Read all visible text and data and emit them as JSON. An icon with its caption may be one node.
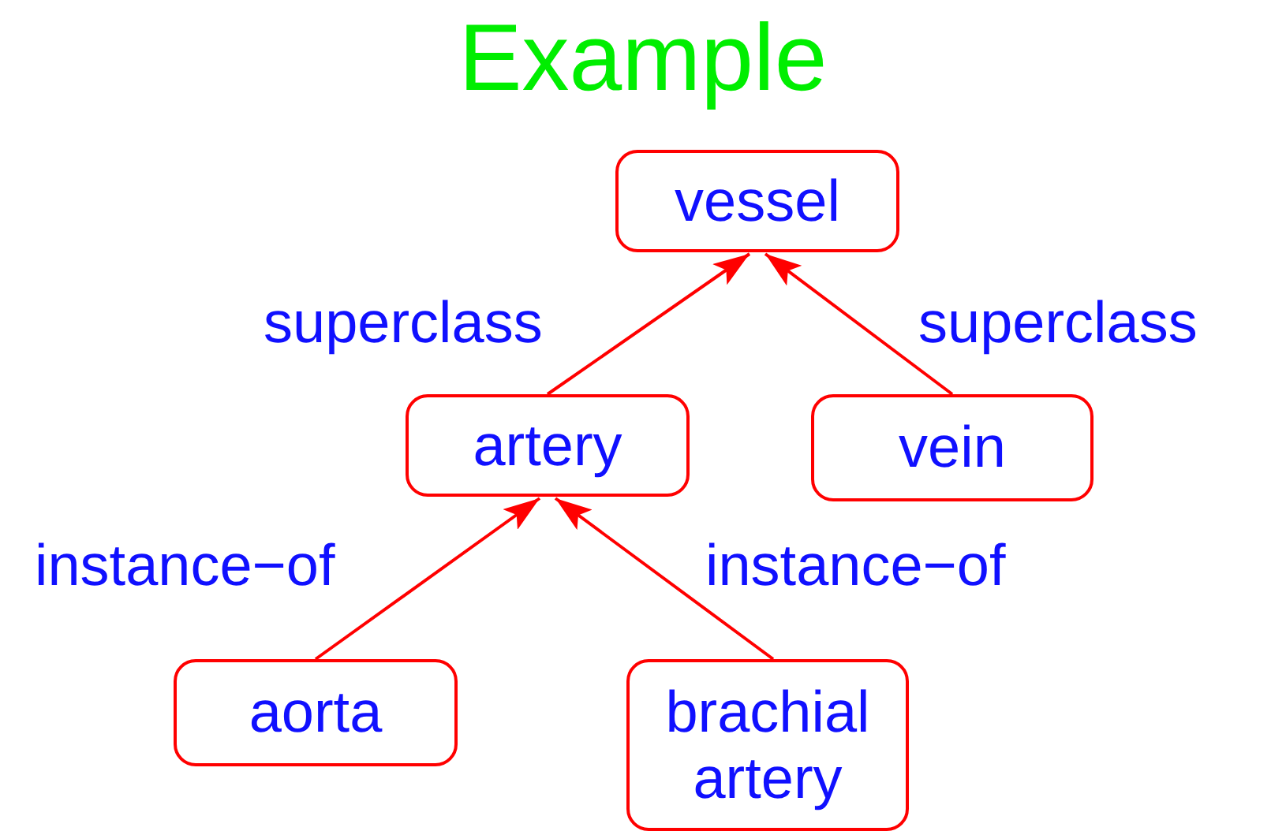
{
  "diagram": {
    "title": "Example",
    "nodes": [
      {
        "text": [
          "vessel"
        ]
      },
      {
        "text": [
          "artery"
        ]
      },
      {
        "text": [
          "vein"
        ]
      },
      {
        "text": [
          "aorta"
        ]
      },
      {
        "text": [
          "brachial artery"
        ]
      }
    ],
    "edges": [
      {
        "from": 1,
        "to": 0,
        "arrow": "to",
        "label": "superclass"
      },
      {
        "from": 2,
        "to": 0,
        "arrow": "to",
        "label": "superclass"
      },
      {
        "from": 3,
        "to": 1,
        "arrow": "to",
        "label": "instance−of"
      },
      {
        "from": 4,
        "to": 1,
        "arrow": "to",
        "label": "instance−of"
      }
    ]
  }
}
